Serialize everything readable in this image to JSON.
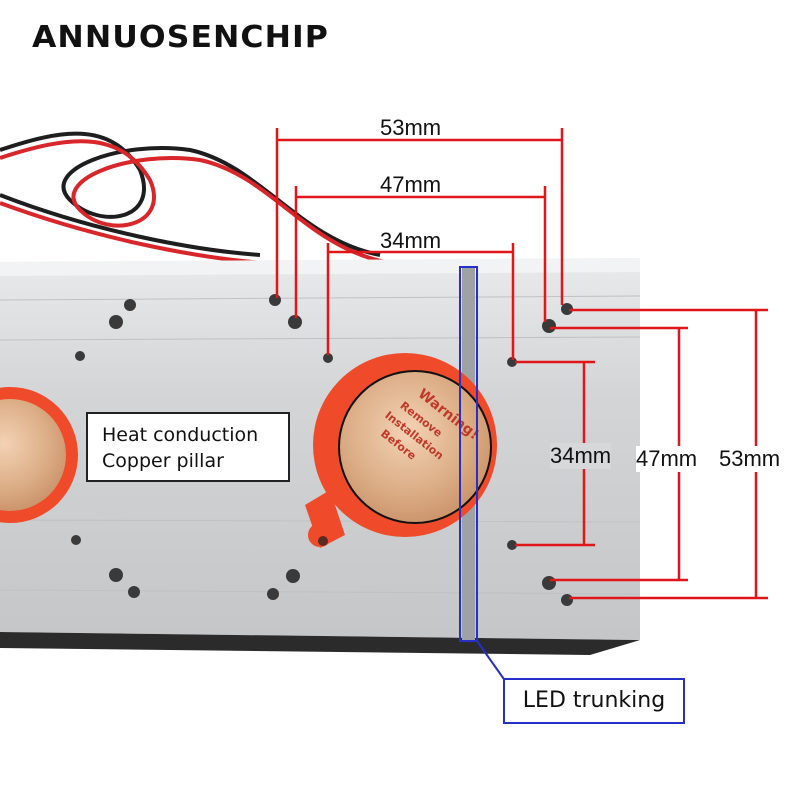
{
  "brand": "ANNUOSENCHIP",
  "dimensions": {
    "horizontal": [
      "53mm",
      "47mm",
      "34mm"
    ],
    "vertical": [
      "34mm",
      "47mm",
      "53mm"
    ]
  },
  "callouts": {
    "heat_line1": "Heat conduction",
    "heat_line2": "Copper pillar",
    "led": "LED trunking"
  },
  "pad_text": [
    "Warning!",
    "Remove",
    "Installation",
    "Before"
  ],
  "colors": {
    "dimension_lines": "#e0161b",
    "led_callout_border": "#2630c8",
    "heatsink": "#cfd1d3",
    "pad_ring": "#ef4a2a",
    "copper": "#d9a982"
  }
}
